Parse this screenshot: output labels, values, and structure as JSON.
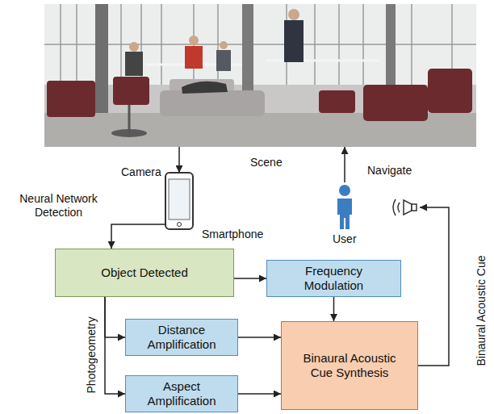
{
  "diagram": {
    "nodes": [
      {
        "text": [
          "Scene"
        ]
      },
      {
        "text": [
          "Smartphone"
        ]
      },
      {
        "text": [
          "User"
        ]
      },
      {
        "text": [
          "Object Detected"
        ]
      },
      {
        "text": [
          "Frequency Modulation"
        ]
      },
      {
        "text": [
          "Distance Amplification"
        ]
      },
      {
        "text": [
          "Aspect Amplification"
        ]
      },
      {
        "text": [
          "Binaural Acoustic Cue Synthesis"
        ]
      }
    ],
    "edges": [
      {
        "from": 0,
        "to": 1,
        "label": "Camera",
        "arrow": "to"
      },
      {
        "from": 1,
        "to": 3,
        "label": "Neural Network Detection",
        "arrow": "to"
      },
      {
        "from": 3,
        "to": 4,
        "arrow": "to"
      },
      {
        "from": 3,
        "to": 5,
        "arrow": "to"
      },
      {
        "from": 3,
        "to": 6,
        "arrow": "to"
      },
      {
        "from": 4,
        "to": 7,
        "arrow": "to"
      },
      {
        "from": 5,
        "to": 7,
        "arrow": "to"
      },
      {
        "from": 6,
        "to": 7,
        "arrow": "to"
      },
      {
        "from": 7,
        "to": 2,
        "label": "Binaural Acoustic Cue",
        "arrow": "to"
      },
      {
        "from": 2,
        "to": 0,
        "label": "Navigate",
        "arrow": "to"
      }
    ],
    "labels": [
      "Photogeometry"
    ]
  }
}
